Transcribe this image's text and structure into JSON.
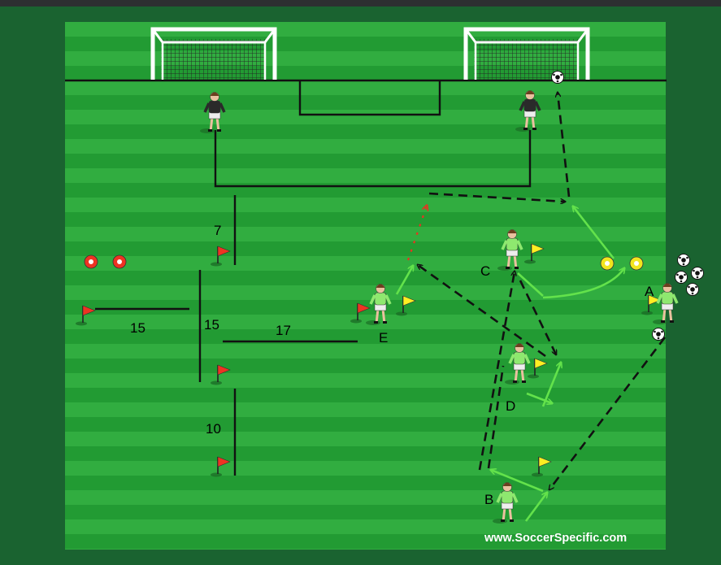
{
  "colors": {
    "frame": "#2d2f31",
    "border": "#1a6330",
    "stripe_dark": "#229b33",
    "stripe_light": "#31ad40",
    "line": "#111111",
    "player_shirt": "#8ee86f",
    "keeper_shirt": "#2a2a2a",
    "pass_arrow": "#111111",
    "run_arrow": "#63e24b",
    "red_flag": "#ee3322",
    "yellow_flag": "#ffee22",
    "red_run": "#e83320"
  },
  "icons": {
    "goal": "goal-net-icon",
    "ball": "soccer-ball-icon",
    "flag": "corner-flag-icon",
    "cone": "cone-marker-icon",
    "player": "player-figure-icon",
    "keeper": "goalkeeper-figure-icon"
  },
  "labels": {
    "player_a": "A",
    "player_b": "B",
    "player_c": "C",
    "player_d": "D",
    "player_e": "E"
  },
  "measurements": {
    "d_7": "7",
    "d_15_a": "15",
    "d_15_b": "15",
    "d_17": "17",
    "d_10": "10"
  },
  "watermark": "www.SoccerSpecific.com"
}
